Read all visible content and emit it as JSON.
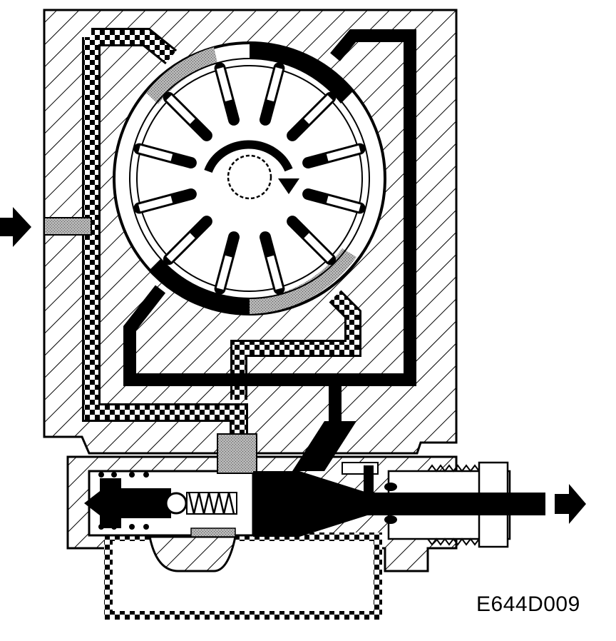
{
  "figure": {
    "code": "E644D009"
  },
  "colors": {
    "ink": "#000000",
    "paper": "#ffffff",
    "low_pressure_fill": "#9a9a9a",
    "mid_gray": "#7a7a7a"
  },
  "rotor": {
    "vane_count": 12,
    "rotation": "clockwise"
  }
}
